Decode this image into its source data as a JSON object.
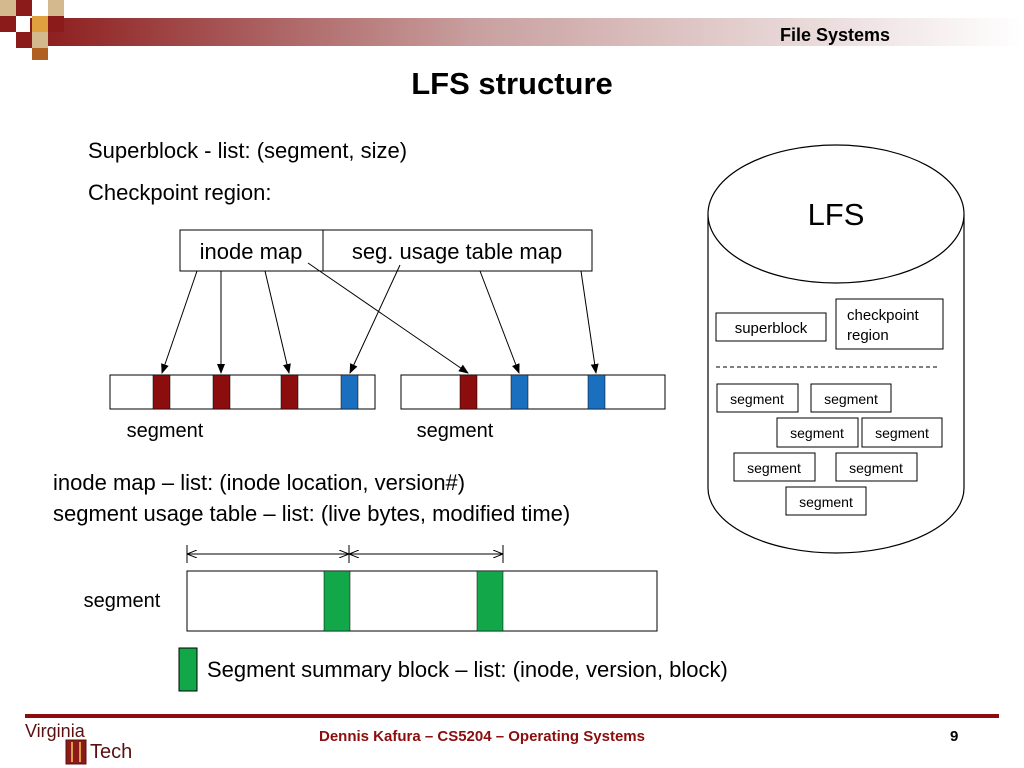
{
  "header": {
    "topic": "File Systems"
  },
  "slide": {
    "title": "LFS structure",
    "superblock_line": "Superblock - list: (segment, size)",
    "checkpoint_line": "Checkpoint region:",
    "inode_map_label": "inode map",
    "seg_usage_label": "seg. usage table map",
    "segment_label": "segment",
    "inode_map_desc": "inode map – list: (inode location, version#)",
    "seg_usage_desc": "segment usage table – list: (live bytes, modified time)",
    "summary_legend": "Segment summary block – list: (inode, version, block)"
  },
  "cylinder": {
    "title": "LFS",
    "superblock": "superblock",
    "checkpoint_line1": "checkpoint",
    "checkpoint_line2": "region",
    "segment": "segment"
  },
  "footer": {
    "author": "Dennis Kafura – CS5204 – Operating Systems",
    "page": "9",
    "logo_line1": "Virginia",
    "logo_line2": "Tech"
  },
  "colors": {
    "inode_block": "#8b0d0d",
    "usage_block": "#1a6fbf",
    "summary_block": "#12a84a",
    "footer_accent": "#8b0d0d"
  }
}
